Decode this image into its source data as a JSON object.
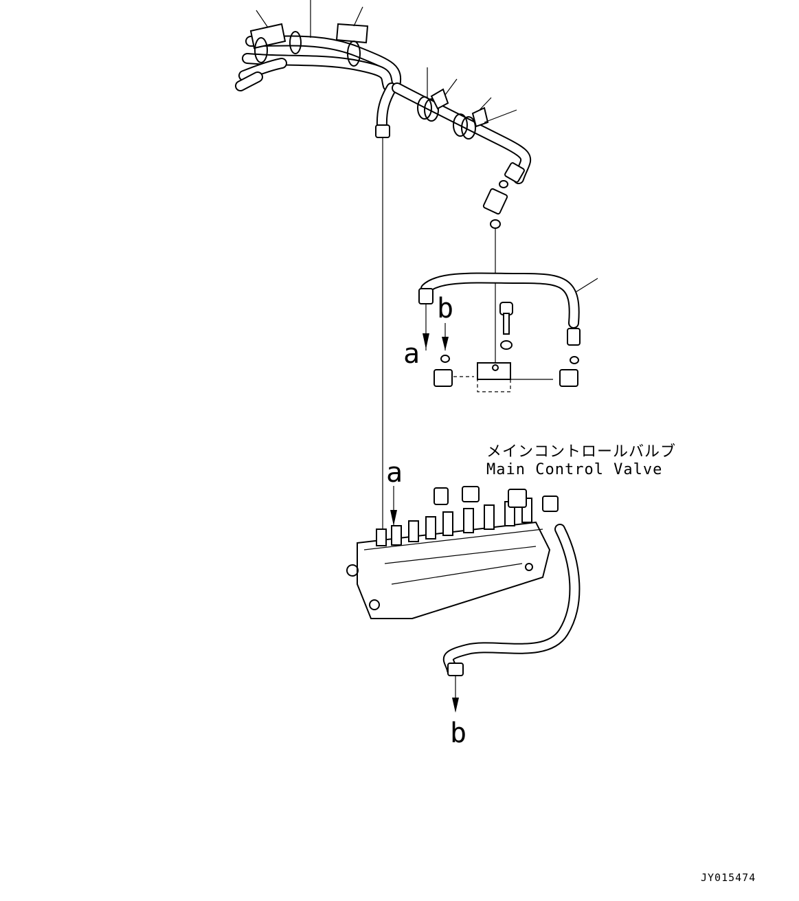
{
  "labels": {
    "a_top": "a",
    "b_top": "b",
    "a_valve": "a",
    "b_bottom": "b"
  },
  "caption": {
    "japanese": "メインコントロールバルブ",
    "english": "Main Control Valve"
  },
  "drawing_code": "JY015474"
}
